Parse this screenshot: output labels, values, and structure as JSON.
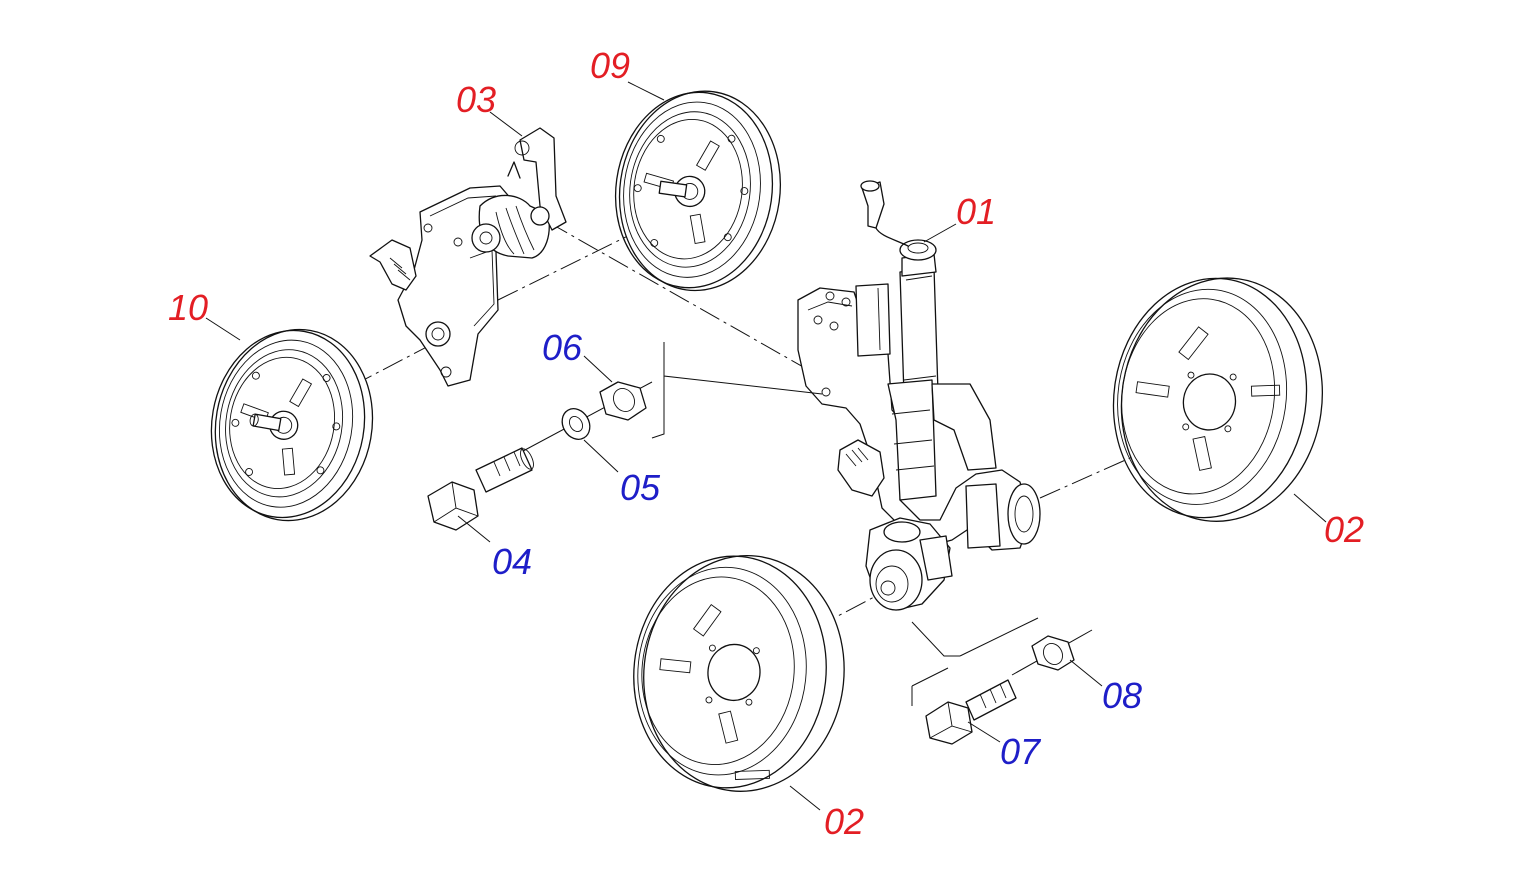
{
  "colors": {
    "primary_part": "#e31e24",
    "hardware_part": "#1e1ec8",
    "line": "#111111",
    "background": "#ffffff"
  },
  "callouts": [
    {
      "id": "01",
      "text": "01",
      "kind": "primary_part"
    },
    {
      "id": "02a",
      "text": "02",
      "kind": "primary_part"
    },
    {
      "id": "02b",
      "text": "02",
      "kind": "primary_part"
    },
    {
      "id": "03",
      "text": "03",
      "kind": "primary_part"
    },
    {
      "id": "04",
      "text": "04",
      "kind": "hardware_part"
    },
    {
      "id": "05",
      "text": "05",
      "kind": "hardware_part"
    },
    {
      "id": "06",
      "text": "06",
      "kind": "hardware_part"
    },
    {
      "id": "07",
      "text": "07",
      "kind": "hardware_part"
    },
    {
      "id": "08",
      "text": "08",
      "kind": "hardware_part"
    },
    {
      "id": "09",
      "text": "09",
      "kind": "primary_part"
    },
    {
      "id": "10",
      "text": "10",
      "kind": "primary_part"
    }
  ]
}
